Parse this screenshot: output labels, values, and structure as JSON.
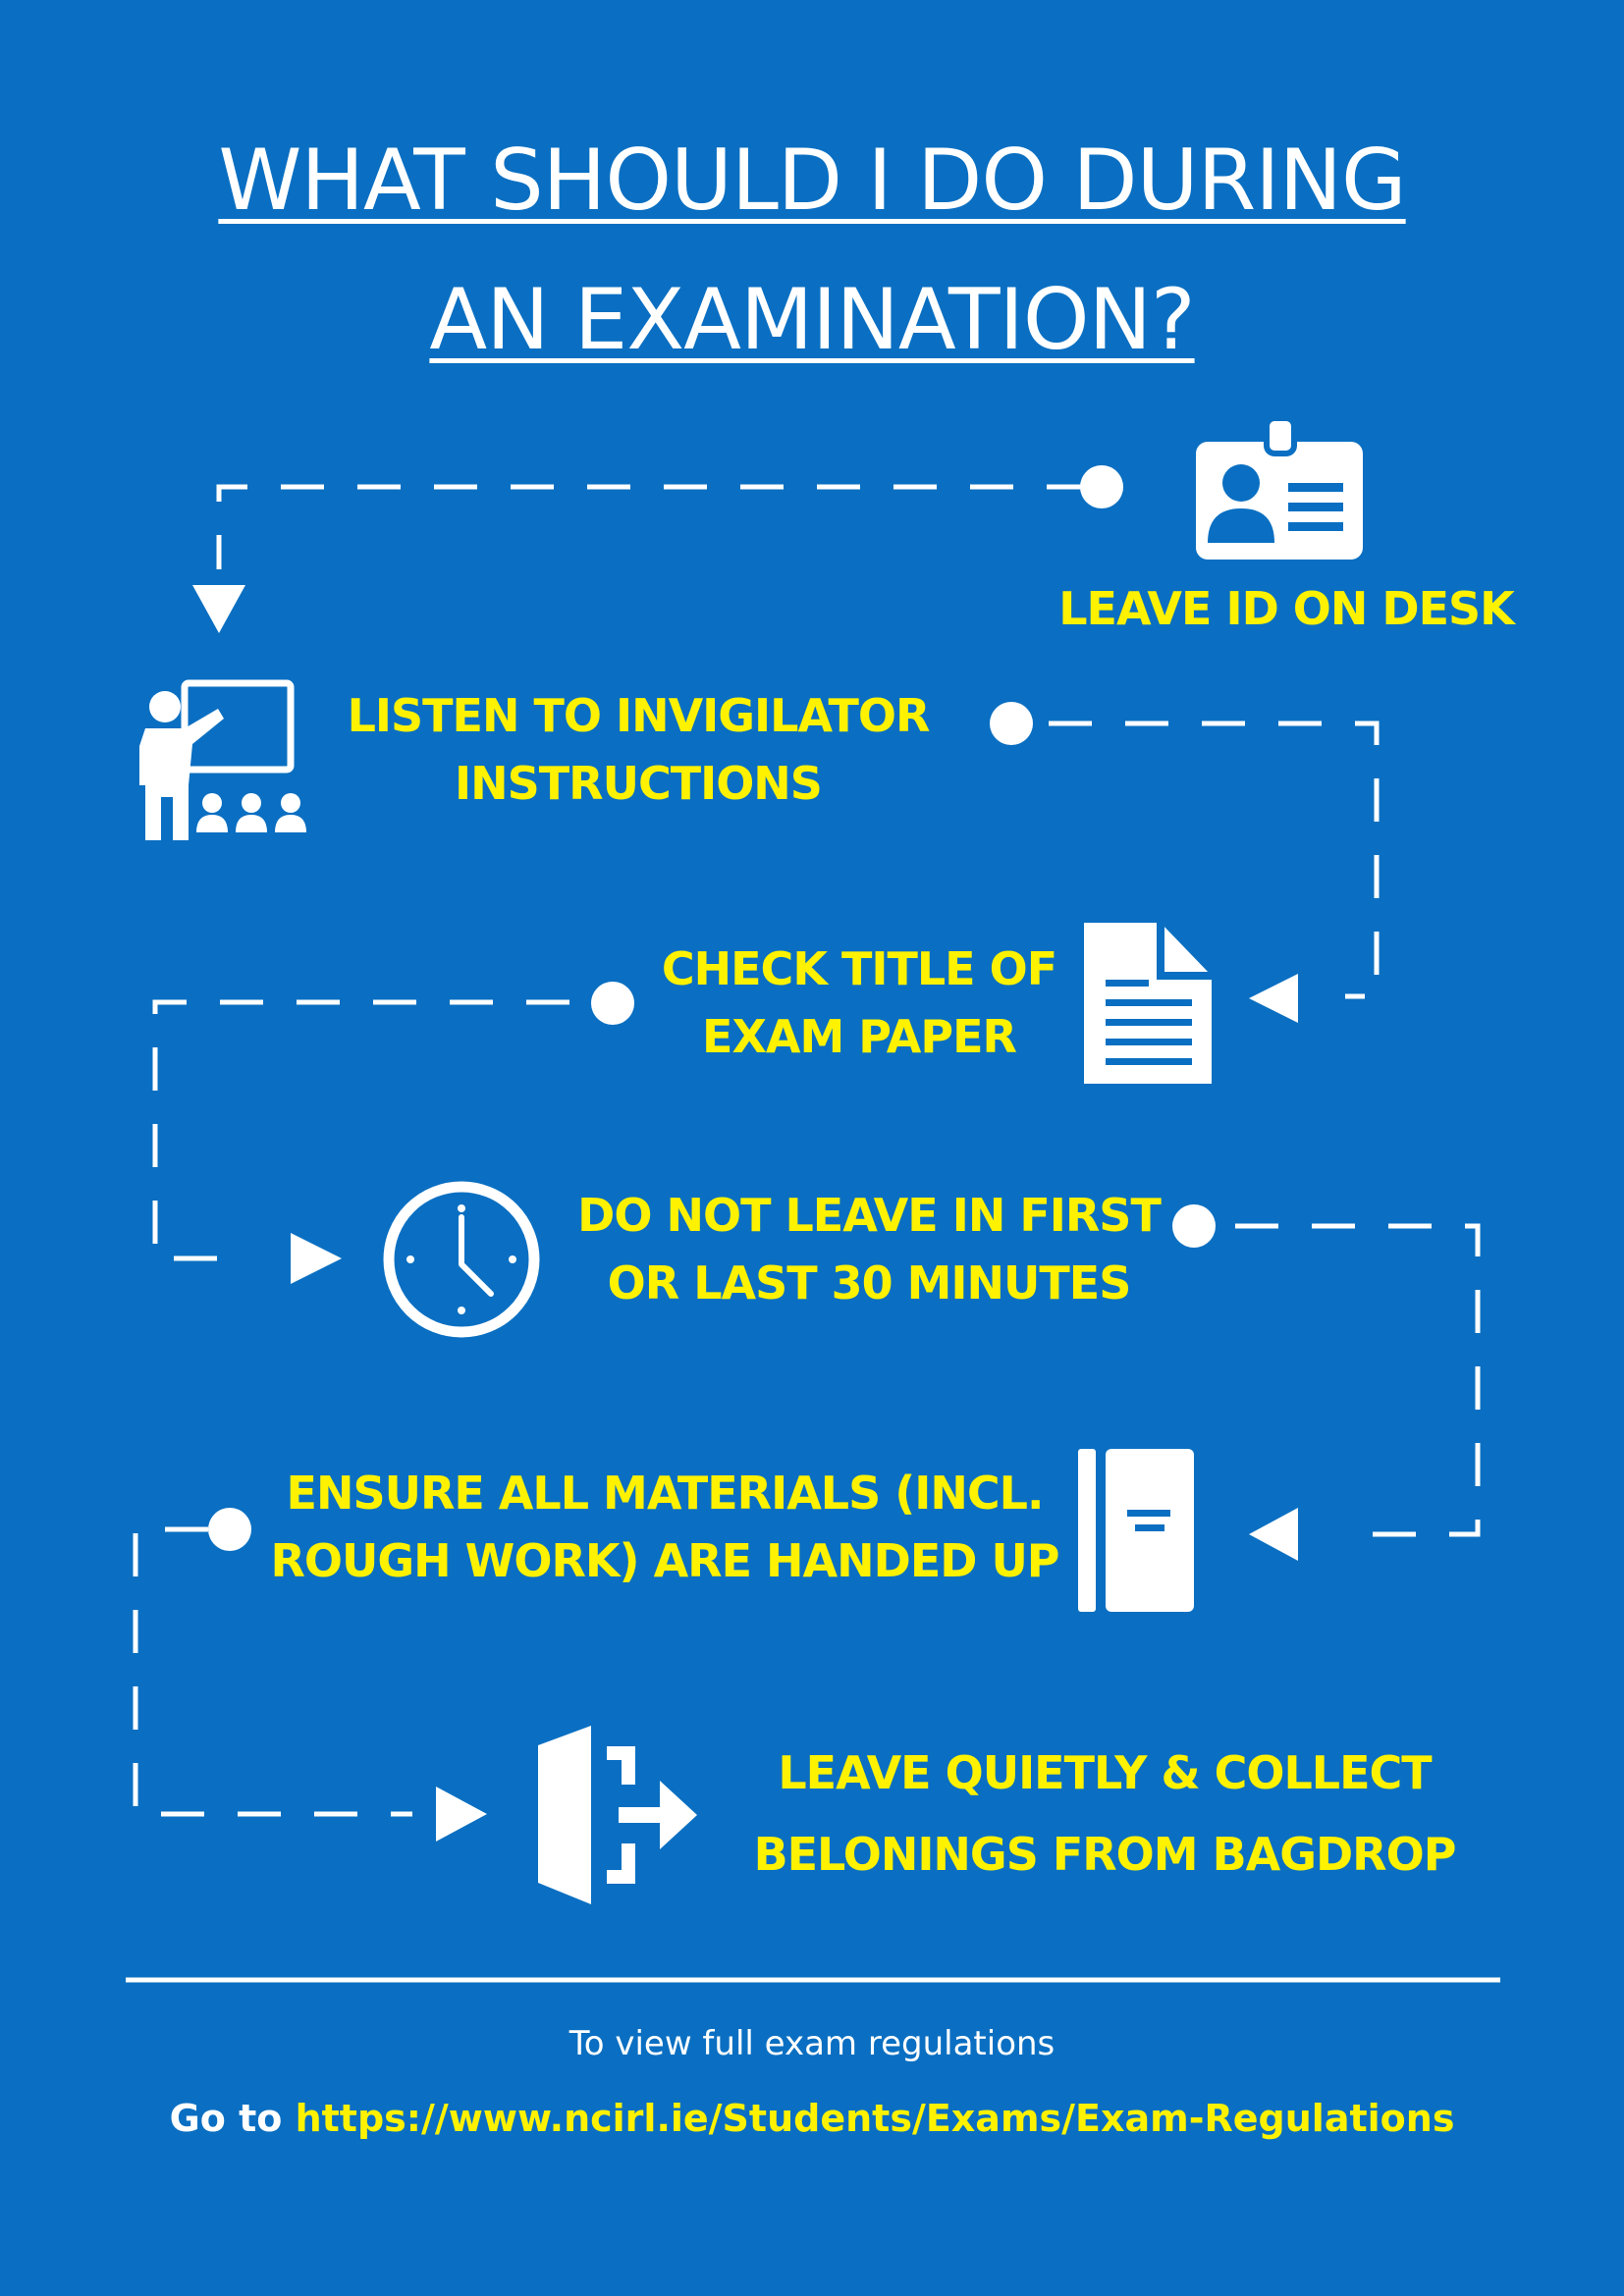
{
  "title": {
    "line1": "WHAT SHOULD I DO DURING",
    "line2": "AN EXAMINATION?"
  },
  "steps": [
    {
      "icon": "id-badge-icon",
      "lines": [
        "LEAVE ID ON DESK"
      ]
    },
    {
      "icon": "presentation-teacher-icon",
      "lines": [
        "LISTEN TO INVIGILATOR",
        "INSTRUCTIONS"
      ]
    },
    {
      "icon": "document-icon",
      "lines": [
        "CHECK TITLE OF",
        "EXAM PAPER"
      ]
    },
    {
      "icon": "clock-icon",
      "lines": [
        "DO NOT LEAVE IN FIRST",
        "OR LAST 30 MINUTES"
      ]
    },
    {
      "icon": "notebook-icon",
      "lines": [
        "ENSURE ALL MATERIALS (INCL.",
        "ROUGH WORK) ARE HANDED UP"
      ]
    },
    {
      "icon": "exit-door-icon",
      "lines": [
        "LEAVE QUIETLY & COLLECT",
        "BELONINGS FROM BAGDROP"
      ]
    }
  ],
  "footer": {
    "line1": "To view full exam regulations",
    "prefix": "Go to ",
    "link": "https://www.ncirl.ie/Students/Exams/Exam-Regulations"
  },
  "colors": {
    "background": "#0a6fc2",
    "heading": "#ffffff",
    "step_text": "#fff200",
    "link": "#fff200"
  }
}
